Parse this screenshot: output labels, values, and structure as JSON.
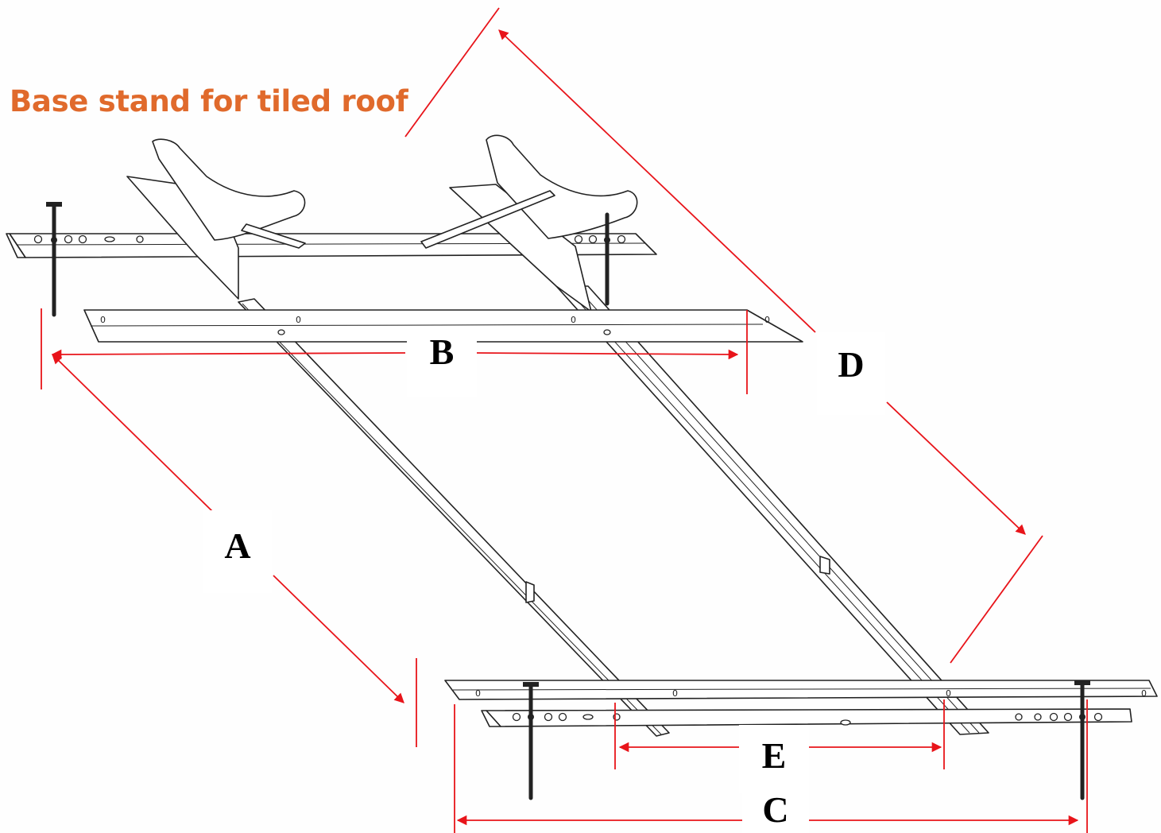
{
  "title": "Base stand for tiled roof",
  "dimensions": {
    "a": "A",
    "b": "B",
    "c": "C",
    "d": "D",
    "e": "E"
  },
  "colors": {
    "title": "#e06a2c",
    "dimension_lines": "#e8141a",
    "line_art": "#222222"
  }
}
